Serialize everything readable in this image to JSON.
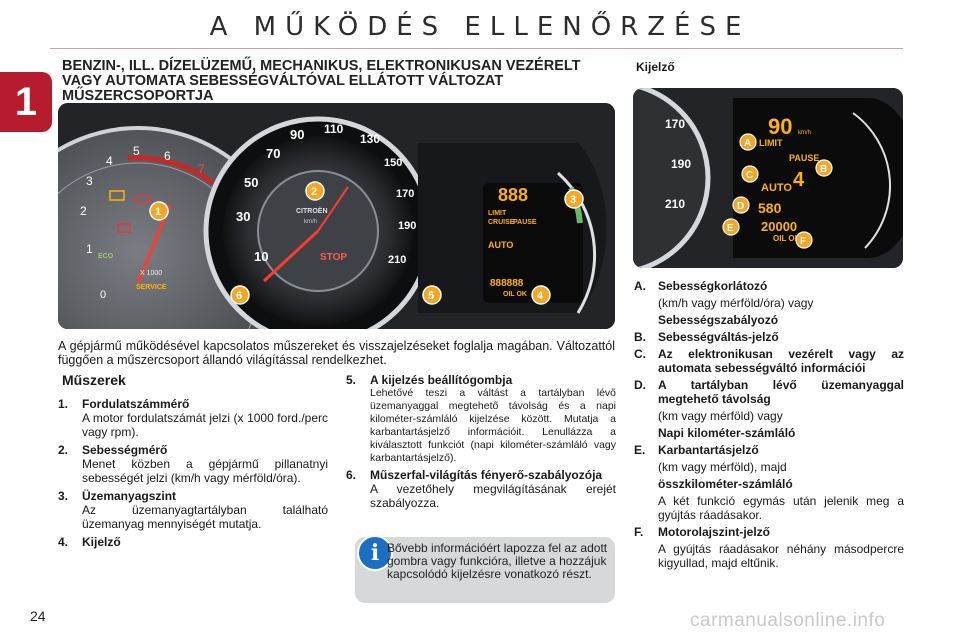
{
  "header": {
    "title": "A MŰKÖDÉS ELLENŐRZÉSE",
    "chapter": "1"
  },
  "section_title": "BENZIN-, ILL. DÍZELÜZEMŰ, MECHANIKUS, ELEKTRONIKUSAN VEZÉRELT VAGY AUTOMATA SEBESSÉGVÁLTÓVAL ELLÁTOTT VÁLTOZAT MŰSZERCSOPORTJA",
  "cluster_image": {
    "callouts": [
      "1",
      "2",
      "3",
      "4",
      "5",
      "6"
    ],
    "speed_ticks": [
      "10",
      "30",
      "50",
      "70",
      "90",
      "110",
      "130",
      "150",
      "170",
      "190",
      "210"
    ],
    "rpm_ticks": [
      "0",
      "1",
      "2",
      "3",
      "4",
      "5",
      "6",
      "7"
    ],
    "brand": "CITROËN",
    "speed_unit": "km/h",
    "rpm_unit": "X 1000",
    "service_label": "SERVICE",
    "stop_label": "STOP",
    "eco_label": "ECO",
    "display_speed": "888",
    "display_limit": "LIMIT",
    "display_cruise": "CRUISE",
    "display_pause": "PAUSE",
    "display_auto": "AUTO",
    "display_oil": "OIL OK",
    "display_total": "888888"
  },
  "detail_image": {
    "label": "Kijelző",
    "callouts": [
      "A",
      "B",
      "C",
      "D",
      "E",
      "F"
    ],
    "speed_value": "90",
    "speed_unit": "km/h",
    "limit": "LIMIT",
    "pause": "PAUSE",
    "auto": "AUTO",
    "gear": "4",
    "range": "580",
    "total": "20000",
    "oil": "OIL OK",
    "ticks": [
      "170",
      "190",
      "210"
    ]
  },
  "intro": "A gépjármű működésével kapcsolatos műszereket és visszajelzéseket foglalja magában. Változattól függően a műszercsoport állandó világítással rendelkezhet.",
  "instruments_heading": "Műszerek",
  "instruments": [
    {
      "num": "1.",
      "label": "Fordulatszámmérő",
      "desc": "A motor fordulatszámát jelzi (x 1000 ford./perc vagy rpm)."
    },
    {
      "num": "2.",
      "label": "Sebességmérő",
      "desc": "Menet közben a gépjármű pillanatnyi sebességét jelzi (km/h vagy mérföld/óra)."
    },
    {
      "num": "3.",
      "label": "Üzemanyagszint",
      "desc": "Az üzemanyagtartályban található üzemanyag mennyiségét mutatja."
    },
    {
      "num": "4.",
      "label": "Kijelző",
      "desc": ""
    }
  ],
  "instruments_2": [
    {
      "num": "5.",
      "label": "A kijelzés beállítógombja",
      "desc_small": "Lehetővé teszi a váltást a tartályban lévő üzemanyaggal megtehető távolság és a napi kilométer-számláló kijelzése között. Mutatja a karbantartásjelző információit. Lenullázza a kiválasztott funkciót (napi kilométer-számláló vagy karbantartásjelző)."
    },
    {
      "num": "6.",
      "label": "Műszerfal-világítás fényerő-szabályozója",
      "desc": "A vezetőhely megvilágításának erejét szabályozza."
    }
  ],
  "info_box": "Bővebb információért lapozza fel az adott gombra vagy funkcióra, illetve a hozzájuk kapcsolódó kijelzésre vonatkozó részt.",
  "display_items": [
    {
      "num": "A.",
      "label": "Sebességkorlátozó",
      "lines": [
        {
          "t": "(km/h vagy mérföld/óra) vagy",
          "b": false
        },
        {
          "t": "Sebességszabályozó",
          "b": true
        }
      ]
    },
    {
      "num": "B.",
      "label": "Sebességváltás-jelző",
      "lines": []
    },
    {
      "num": "C.",
      "label": "Az elektronikusan vezérelt vagy az automata sebességváltó információi",
      "lines": []
    },
    {
      "num": "D.",
      "label": "A tartályban lévő üzemanyaggal megtehető távolság",
      "lines": [
        {
          "t": "(km vagy mérföld) vagy",
          "b": false
        },
        {
          "t": "Napi kilométer-számláló",
          "b": true
        }
      ]
    },
    {
      "num": "E.",
      "label": "Karbantartásjelző",
      "lines": [
        {
          "t": "(km vagy mérföld), majd",
          "b": false
        },
        {
          "t": "összkilométer-számláló",
          "b": true
        },
        {
          "t": "A két funkció egymás után jelenik meg a gyújtás ráadásakor.",
          "b": false
        }
      ]
    },
    {
      "num": "F.",
      "label": "Motorolajszint-jelző",
      "lines": [
        {
          "t": "A gyújtás ráadásakor néhány másodpercre kigyullad, majd eltűnik.",
          "b": false
        }
      ]
    }
  ],
  "page_number": "24",
  "watermark": "carmanualsonline.info"
}
